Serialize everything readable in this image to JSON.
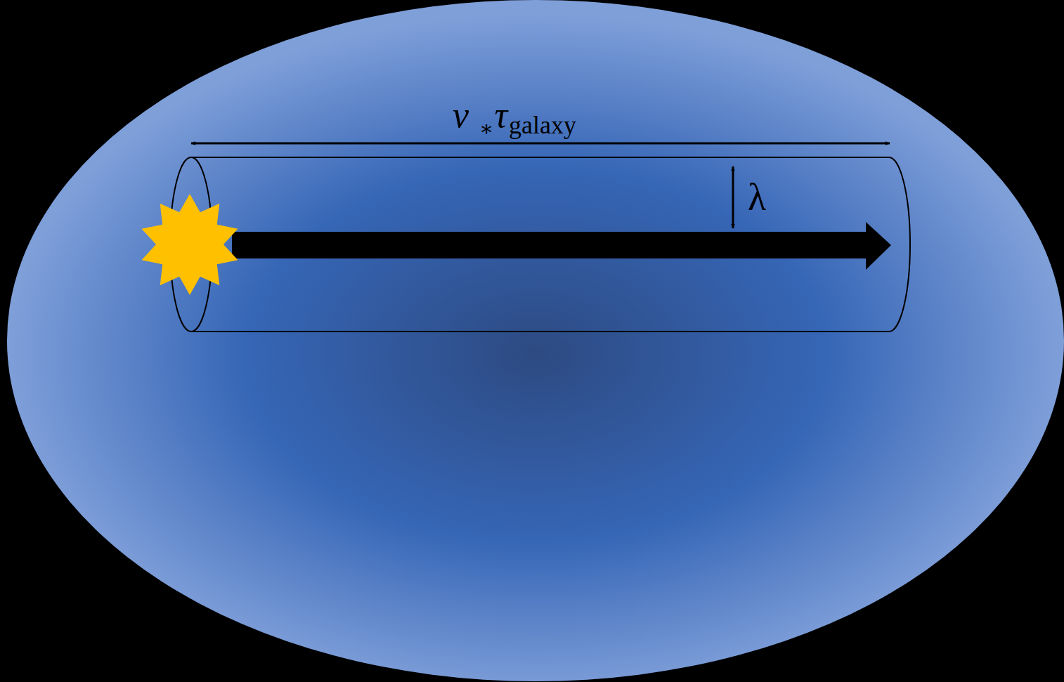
{
  "diagram": {
    "labels": [
      "v",
      "∗",
      "τ",
      "galaxy",
      "λ"
    ]
  }
}
